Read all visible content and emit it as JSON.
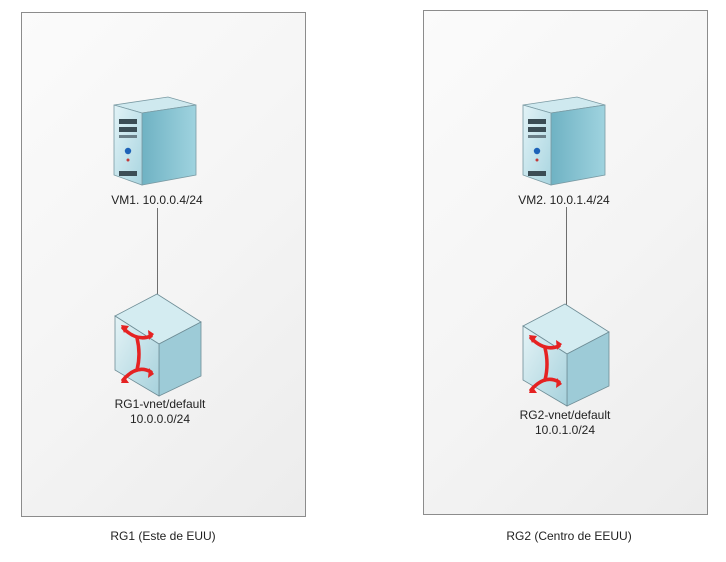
{
  "groups": [
    {
      "label": "RG1 (Este de EUU)",
      "vm": {
        "icon": "server-icon",
        "label": "VM1. 10.0.0.4/24"
      },
      "vnet": {
        "icon": "network-switch-icon",
        "name": "RG1-vnet/default",
        "prefix": "10.0.0.0/24"
      }
    },
    {
      "label": "RG2 (Centro de EEUU)",
      "vm": {
        "icon": "server-icon",
        "label": "VM2. 10.0.1.4/24"
      },
      "vnet": {
        "icon": "network-switch-icon",
        "name": "RG2-vnet/default",
        "prefix": "10.0.1.0/24"
      }
    }
  ],
  "colors": {
    "box_border": "#8c8c8c",
    "server_body": "#8fc6d3",
    "server_front": "#c8e6ee",
    "switch_body": "#a9d3dd",
    "switch_arrows": "#e52222",
    "connector": "#6e6e6e"
  }
}
